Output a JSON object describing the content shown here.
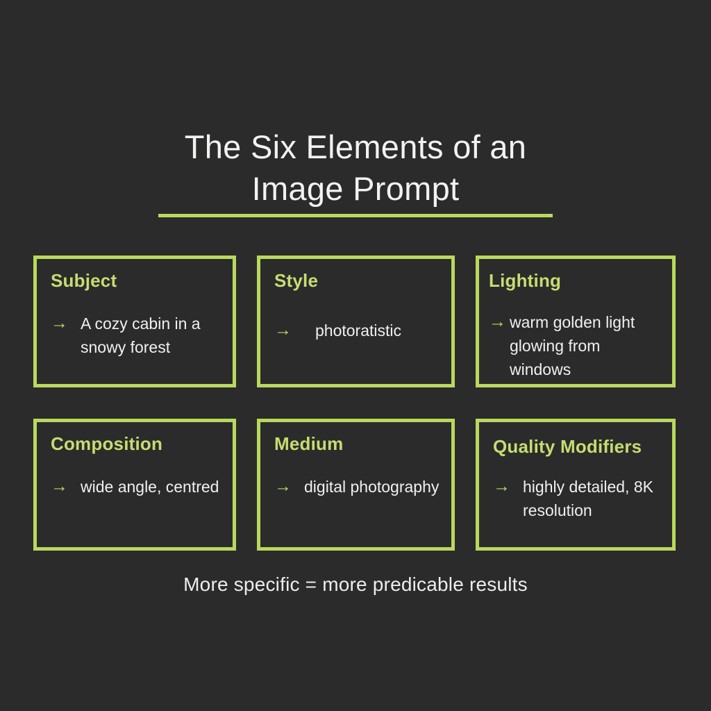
{
  "theme": {
    "background": "#2b2b2b",
    "accent": "#b9d95e",
    "heading_accent": "#c5dd70",
    "text": "#f0f0ee"
  },
  "title": {
    "line1": "The Six Elements of an",
    "line2": "Image Prompt"
  },
  "arrow_glyph": "→",
  "cards": [
    {
      "heading": "Subject",
      "value": "A cozy cabin in a snowy forest"
    },
    {
      "heading": "Style",
      "value": "photoratistic"
    },
    {
      "heading": "Lighting",
      "value": "warm golden light glowing from windows"
    },
    {
      "heading": "Composition",
      "value": "wide angle, centred"
    },
    {
      "heading": "Medium",
      "value": "digital photography"
    },
    {
      "heading": "Quality Modifiers",
      "value": "highly detailed, 8K resolution"
    }
  ],
  "footer": {
    "text": "More specific = more predicable results"
  }
}
